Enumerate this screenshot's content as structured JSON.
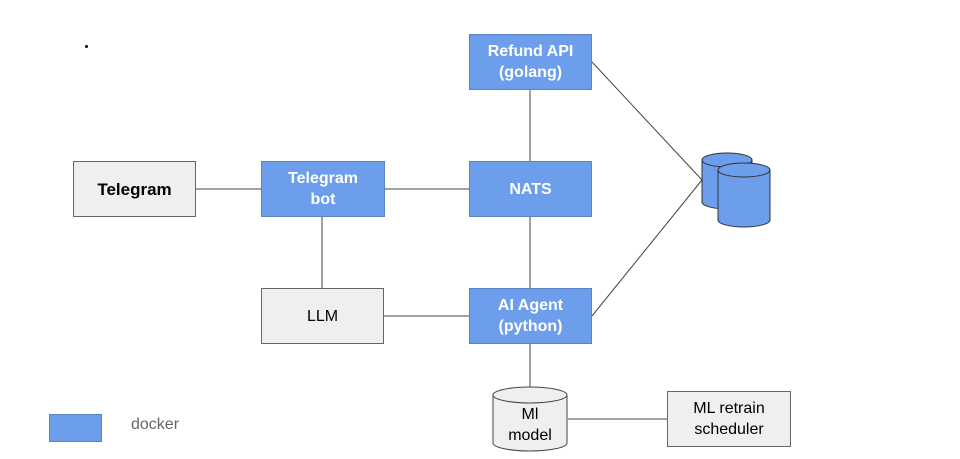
{
  "nodes": {
    "refund_api": "Refund API\n(golang)",
    "telegram": "Telegram",
    "telegram_bot": "Telegram\nbot",
    "nats": "NATS",
    "llm": "LLM",
    "ai_agent": "AI Agent\n(python)",
    "ml_model": "Ml\nmodel",
    "ml_retrain_scheduler": "ML retrain\nscheduler"
  },
  "legend": {
    "label": "docker",
    "swatch_color": "#6d9eeb"
  },
  "colors": {
    "docker_fill": "#6d9eeb",
    "external_fill": "#efefef",
    "edge": "#444444"
  },
  "icons": {
    "database": "database-icon",
    "model_storage": "cylinder-icon"
  }
}
